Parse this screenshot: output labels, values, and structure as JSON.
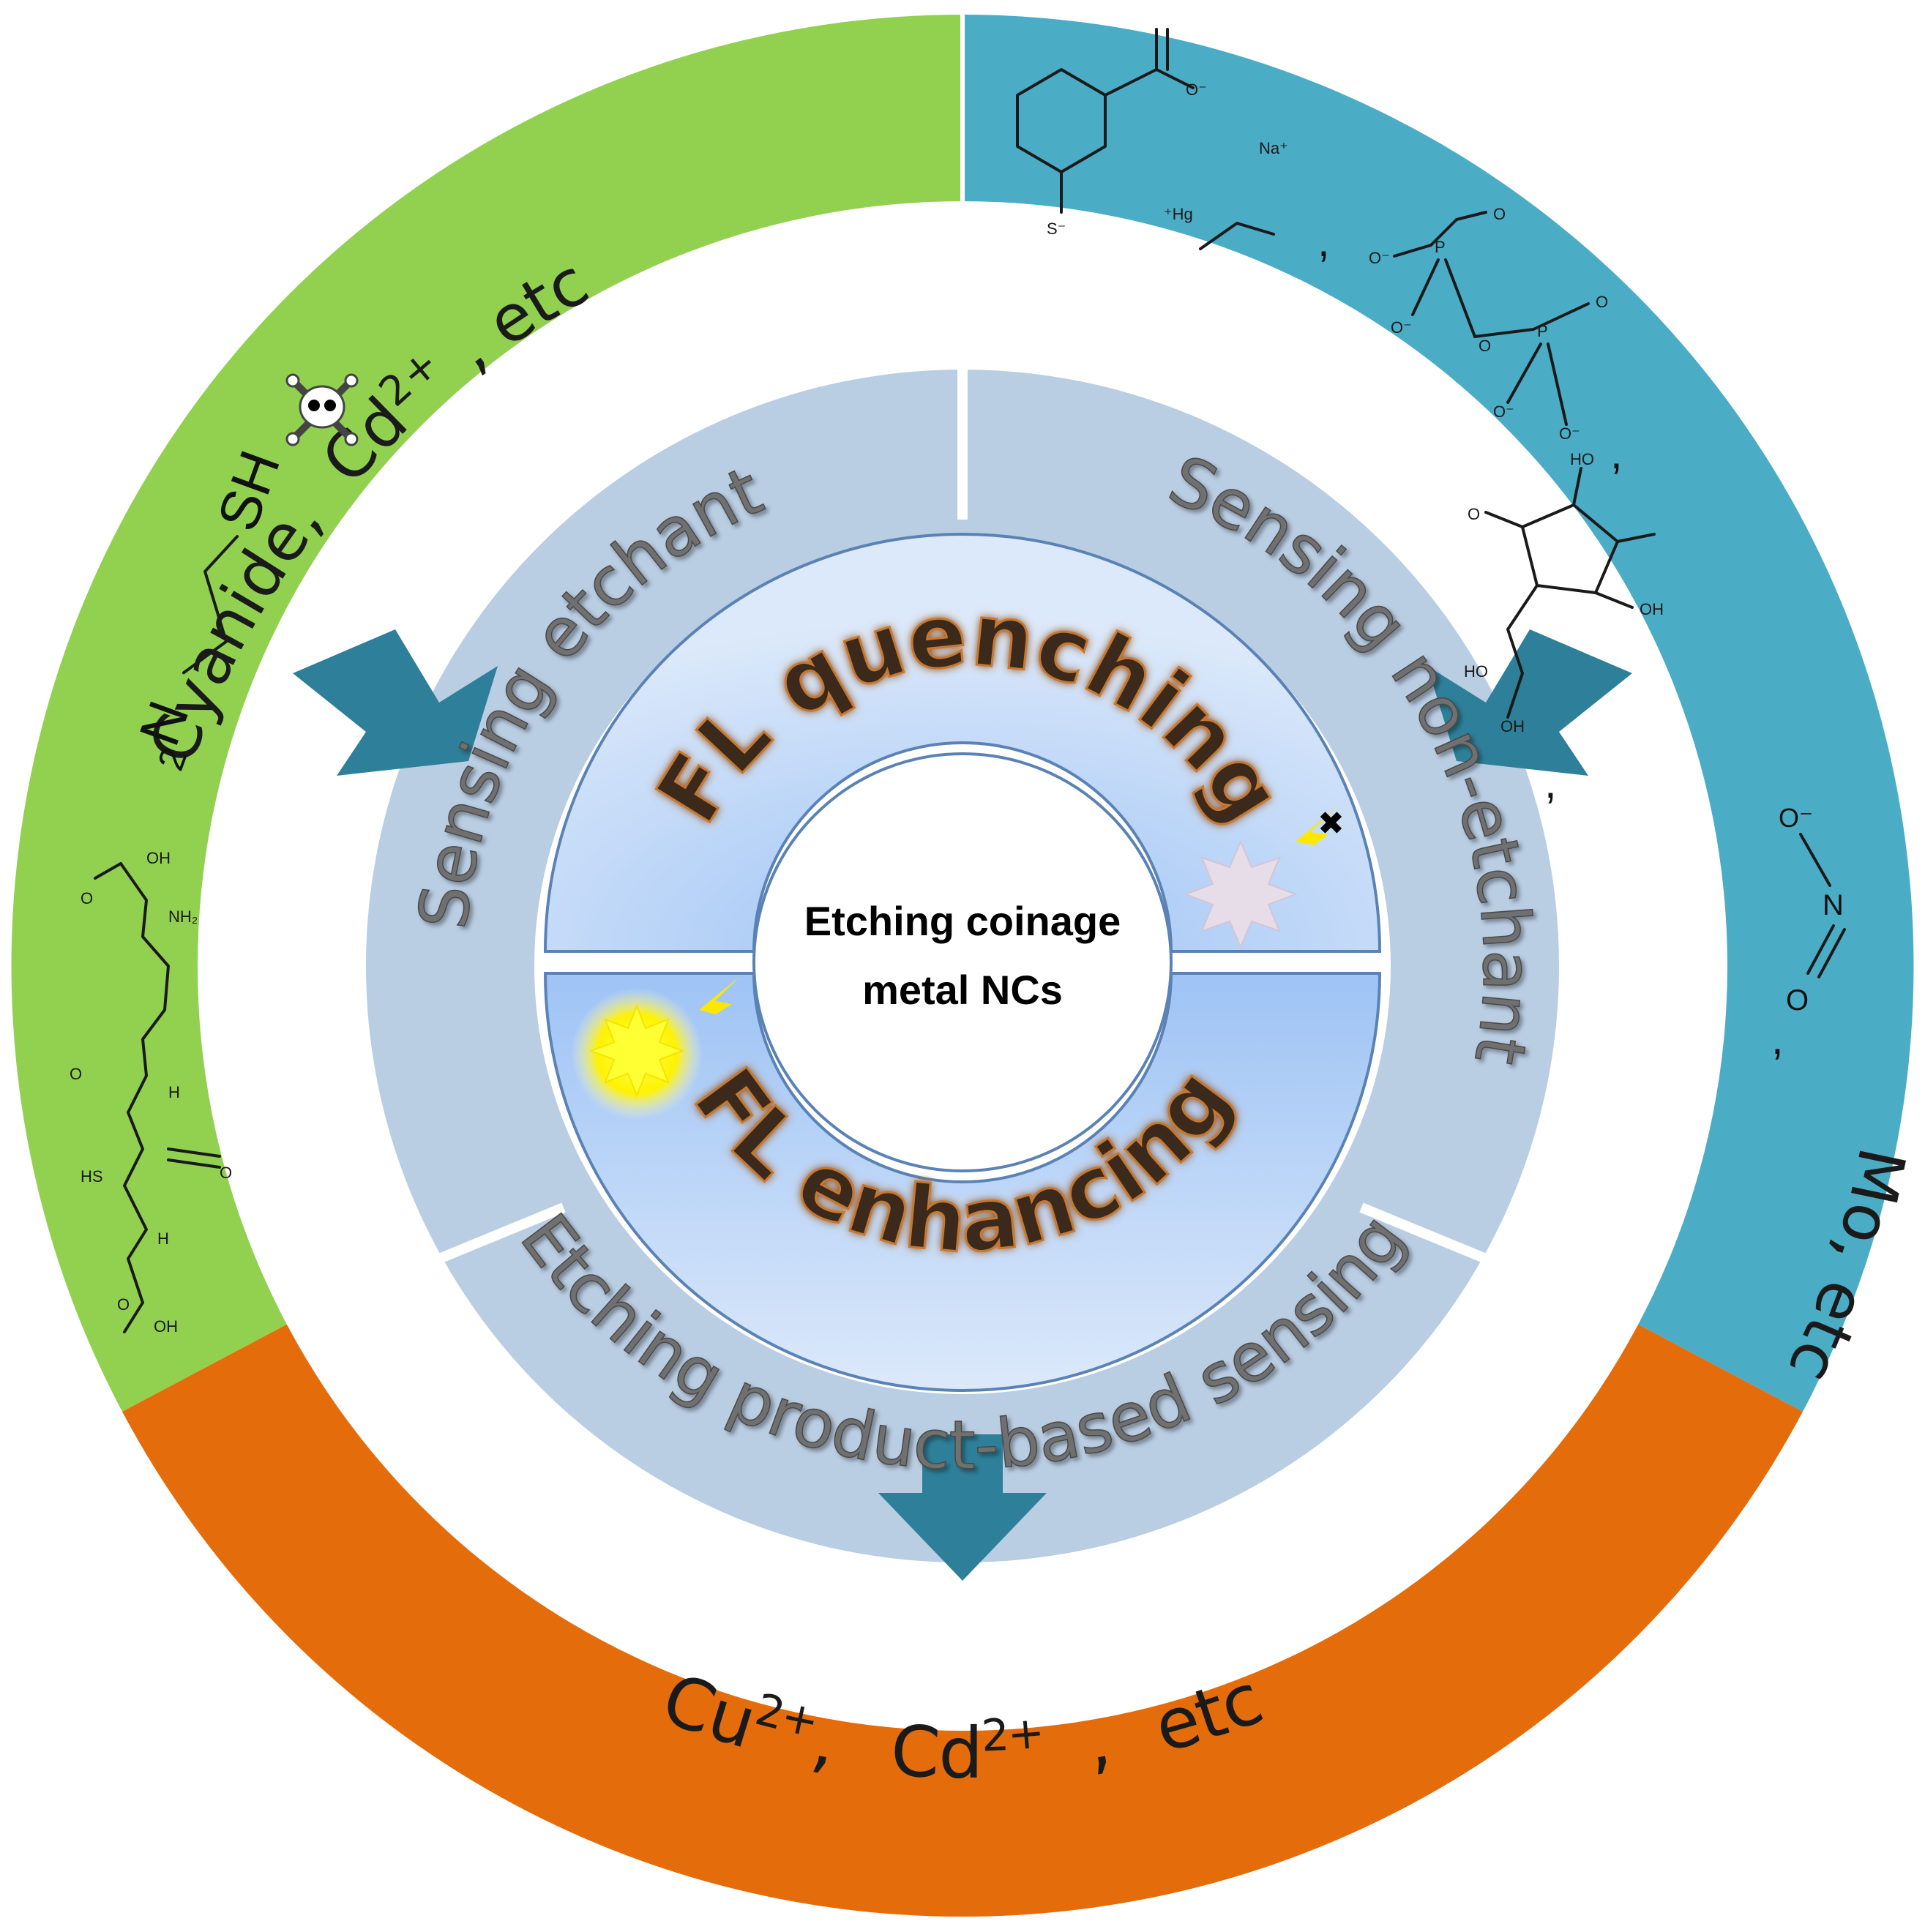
{
  "center": {
    "title_line1": "Etching coinage",
    "title_line2": "metal NCs"
  },
  "inner_ring": {
    "top_label": "FL quenching",
    "bottom_label": "FL enhancing"
  },
  "middle_ring": {
    "left_label": "Sensing etchant",
    "right_label": "Sensing non-etchant",
    "bottom_label": "Etching product-based sensing"
  },
  "outer_ring": {
    "left_items": [
      "Cyanide,",
      "Cd",
      "2+",
      ", etc"
    ],
    "left_thiol": {
      "h2n": "H",
      "sub2": "2",
      "n": "N",
      "sh": "SH"
    },
    "right_items": [
      "Mo",
      ", etc"
    ],
    "bottom_items": {
      "cu": "Cu",
      "cu_charge": "2+",
      "comma1": ",",
      "cd": "Cd",
      "cd_charge": "2+",
      "comma2": ",",
      "etc": "etc"
    }
  },
  "molecule_labels": {
    "na": "Na⁺",
    "hg": "⁺Hg",
    "o_minus": "O⁻",
    "s_minus": "S⁻",
    "p": "P",
    "o": "O",
    "oh": "OH",
    "ho": "HO",
    "n": "N",
    "hs": "HS",
    "nh2": "NH₂",
    "h": "H"
  },
  "colors": {
    "green": "#92d050",
    "teal": "#4bacc6",
    "orange": "#e46c0a",
    "middle_ring": "#b9cde3",
    "inner_ring": "#a9cbf2",
    "arrow": "#2e7f99",
    "text_brown": "#3b2a1a",
    "text_gray": "#6a6a6a"
  }
}
